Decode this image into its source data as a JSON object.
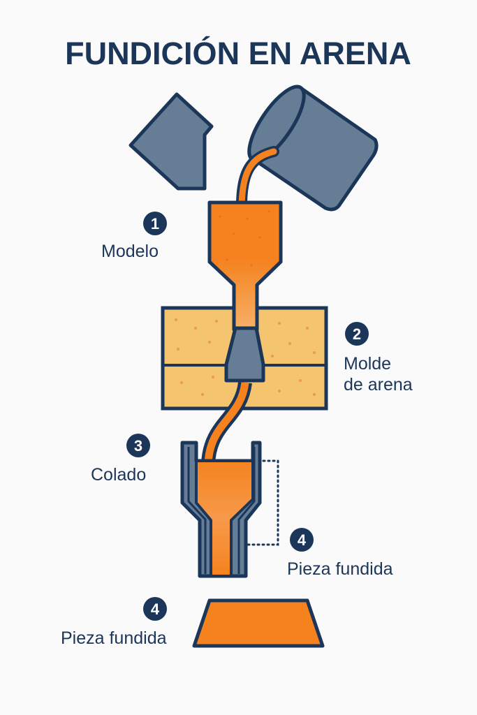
{
  "title": "FUNDICIÓN EN ARENA",
  "steps": [
    {
      "number": "1",
      "label": "Modelo"
    },
    {
      "number": "2",
      "label_line1": "Molde",
      "label_line2": "de arena"
    },
    {
      "number": "3",
      "label": "Colado"
    },
    {
      "number": "4",
      "label": "Pieza fundida"
    },
    {
      "number": "4",
      "label": "Pieza fundida"
    }
  ],
  "colors": {
    "navy": "#1b3658",
    "steel": "#667d96",
    "molten": "#f5821f",
    "sand": "#f5c46e",
    "background": "#fafafa"
  }
}
